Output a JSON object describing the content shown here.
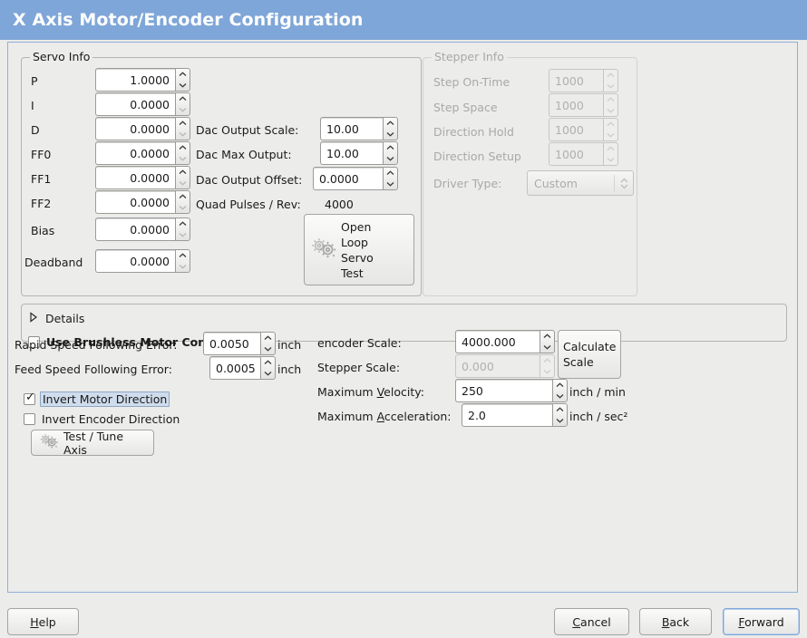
{
  "window": {
    "title": "X Axis Motor/Encoder Configuration",
    "title_bar_color": "#7fa6d8",
    "background_color": "#ececeb"
  },
  "servo_info": {
    "legend": "Servo Info",
    "fields": [
      {
        "label": "P",
        "value": "1.0000"
      },
      {
        "label": "I",
        "value": "0.0000"
      },
      {
        "label": "D",
        "value": "0.0000"
      },
      {
        "label": "FF0",
        "value": "0.0000"
      },
      {
        "label": "FF1",
        "value": "0.0000"
      },
      {
        "label": "FF2",
        "value": "0.0000"
      },
      {
        "label": "Bias",
        "value": "0.0000"
      },
      {
        "label": "Deadband",
        "value": "0.0000"
      }
    ],
    "dac": [
      {
        "label": "Dac Output Scale:",
        "value": "10.00"
      },
      {
        "label": "Dac Max Output:",
        "value": "10.00"
      },
      {
        "label": "Dac Output Offset:",
        "value": "0.0000"
      }
    ],
    "quad_pulses": {
      "label": "Quad Pulses / Rev:",
      "value": "4000"
    },
    "open_loop_button": {
      "line1": "Open",
      "line2": "Loop",
      "line3": "Servo",
      "line4": "Test",
      "icon": "gears-icon"
    }
  },
  "stepper_info": {
    "legend": "Stepper Info",
    "disabled": true,
    "fields": [
      {
        "label": "Step On-Time",
        "value": "1000"
      },
      {
        "label": "Step Space",
        "value": "1000"
      },
      {
        "label": "Direction Hold",
        "value": "1000"
      },
      {
        "label": "Direction Setup",
        "value": "1000"
      }
    ],
    "driver_type": {
      "label": "Driver Type:",
      "value": "Custom"
    }
  },
  "brushless": {
    "checkbox_label": "Use Brushless Motor Control",
    "checked": false,
    "details_label": "Details",
    "details_expanded": false
  },
  "following_error": {
    "rapid": {
      "label": "Rapid Speed Following Error:",
      "value": "0.0050",
      "unit": "inch"
    },
    "feed": {
      "label": "Feed Speed Following Error:",
      "value": "0.0005",
      "unit": "inch"
    }
  },
  "direction": {
    "invert_motor": {
      "label": "Invert Motor Direction",
      "checked": true,
      "focused": true
    },
    "invert_encoder": {
      "label": "Invert Encoder Direction",
      "checked": false,
      "focused": false
    }
  },
  "test_tune_button": {
    "label": "Test / Tune Axis",
    "icon": "gears-icon"
  },
  "scales": {
    "encoder_scale": {
      "label": "encoder Scale:",
      "value": "4000.000",
      "disabled": false
    },
    "stepper_scale": {
      "label": "Stepper Scale:",
      "value": "0.000",
      "disabled": true
    },
    "max_velocity": {
      "label": "Maximum Velocity:",
      "mnemonic": "V",
      "value": "250",
      "unit": "inch / min"
    },
    "max_accel": {
      "label": "Maximum Acceleration:",
      "mnemonic": "A",
      "value": "2.0",
      "unit": "inch / sec²"
    },
    "calculate_button": {
      "line1": "Calculate",
      "line2": "Scale"
    }
  },
  "actions": {
    "help": {
      "label": "Help",
      "mnemonic": "H",
      "focused": false
    },
    "cancel": {
      "label": "Cancel",
      "mnemonic": "C",
      "focused": false
    },
    "back": {
      "label": "Back",
      "mnemonic": "B",
      "focused": false
    },
    "forward": {
      "label": "Forward",
      "mnemonic": "F",
      "focused": true
    }
  }
}
